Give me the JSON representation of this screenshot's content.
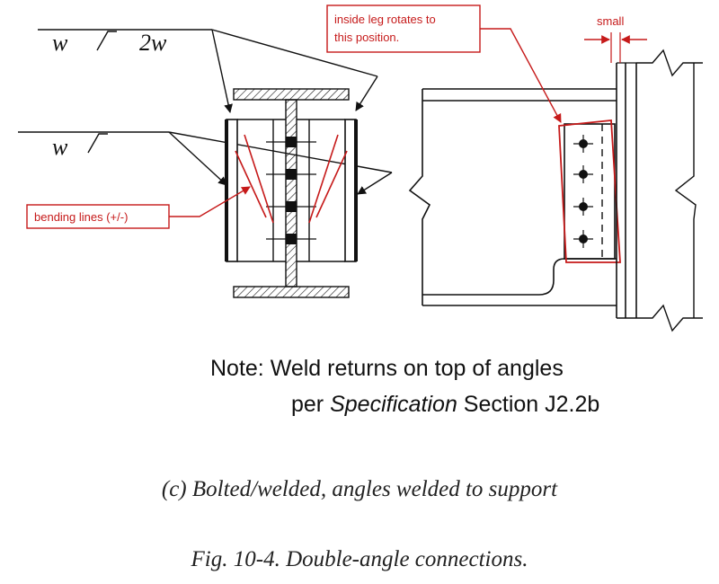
{
  "weld_symbols": {
    "upper_left_size": "w",
    "upper_right_size": "2w",
    "lower_size": "w"
  },
  "annotations": {
    "bending_lines": "bending lines (+/-)",
    "inside_leg_line1": "inside leg rotates to",
    "inside_leg_line2": "this position.",
    "small": "small"
  },
  "note": {
    "line1": "Note: Weld returns on top of angles",
    "line2_prefix": "per ",
    "line2_italic": "Specification",
    "line2_suffix": " Section J2.2b"
  },
  "subcaption": "(c) Bolted/welded, angles welded to support",
  "figure_caption": "Fig. 10-4.  Double-angle connections.",
  "colors": {
    "line": "#111111",
    "annotation_red": "#c61a1a"
  }
}
